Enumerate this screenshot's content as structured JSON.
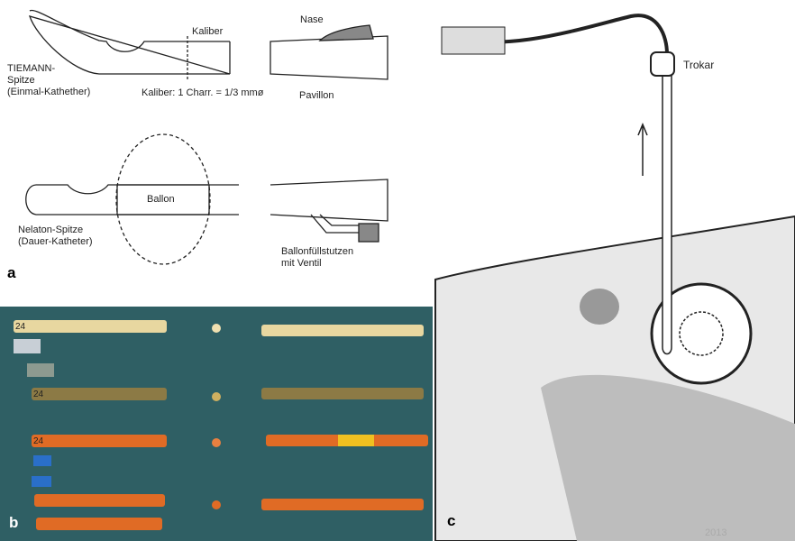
{
  "panel_a": {
    "letter": "a",
    "kaliber": "Kaliber",
    "nase": "Nase",
    "tiemann": [
      "TIEMANN-",
      "Spitze",
      "(Einmal-Kathether)"
    ],
    "kaliber_note": "Kaliber: 1 Charr. = 1/3 mmø",
    "pavillon": "Pavillon",
    "ballon": "Ballon",
    "nelaton": [
      "Nelaton-Spitze",
      "(Dauer-Katheter)"
    ],
    "ballonfuell": [
      "Ballonfüllstutzen",
      "mit Ventil"
    ]
  },
  "panel_b": {
    "letter": "b",
    "size_labels": [
      "24",
      "24",
      "24"
    ]
  },
  "panel_c": {
    "letter": "c",
    "trokar": "Trokar",
    "watermark_year": "2013"
  }
}
